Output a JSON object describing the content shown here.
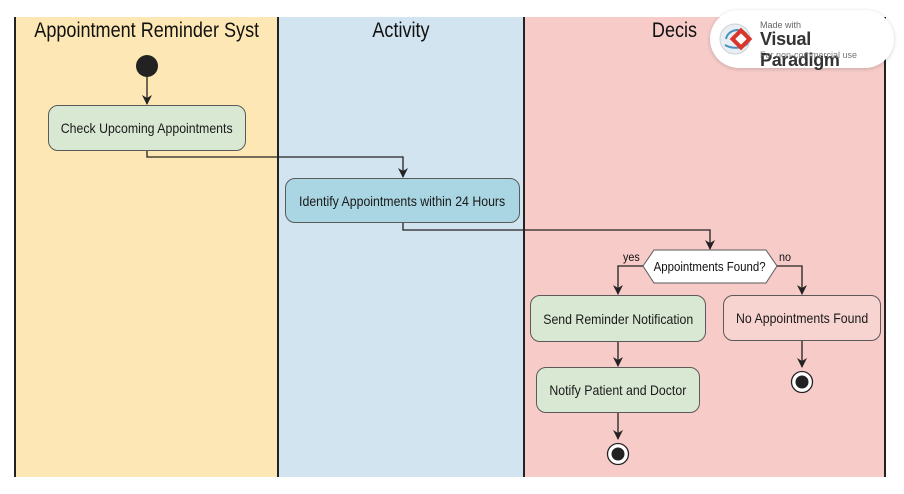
{
  "lanes": [
    {
      "title": "Appointment Reminder System",
      "color": "#fde7b4"
    },
    {
      "title": "Activity",
      "color": "#d2e4f0"
    },
    {
      "title": "Decis",
      "color": "#f7cbc8"
    }
  ],
  "nodes": {
    "check": "Check Upcoming Appointments",
    "identify": "Identify Appointments within 24 Hours",
    "send": "Send Reminder Notification",
    "notify": "Notify Patient and Doctor",
    "none": "No Appointments Found"
  },
  "decision": {
    "label": "Appointments Found?",
    "yes": "yes",
    "no": "no"
  },
  "watermark": {
    "made_with": "Made with",
    "brand": "Visual Paradigm",
    "note": "For non-commercial use"
  }
}
